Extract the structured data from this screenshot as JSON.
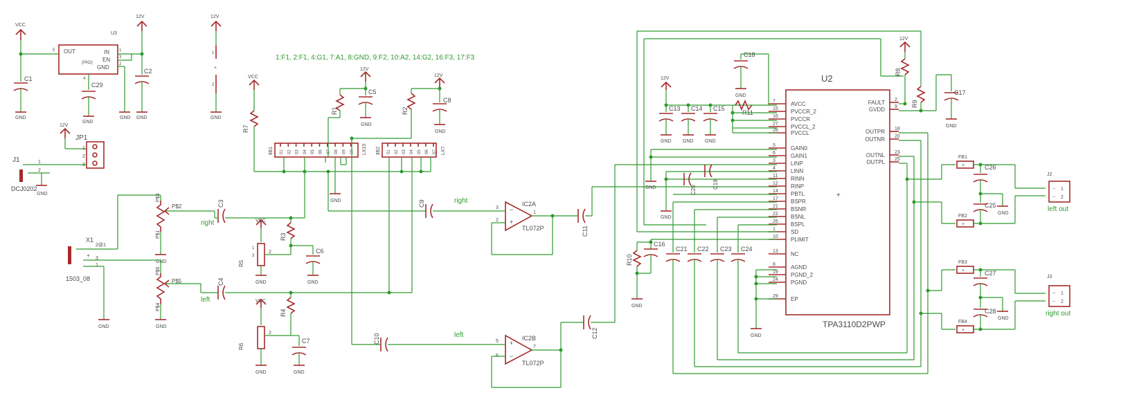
{
  "supply": {
    "vcc": "VCC",
    "v12": "12V",
    "gnd": "GND"
  },
  "regulator": {
    "ref": "U3",
    "pin_out": "OUT",
    "pin_in": "IN",
    "pin_en": "EN",
    "pin_gnd": "GND",
    "center": "(PAD)",
    "pins": [
      "5",
      "1",
      "3",
      "2",
      "4"
    ]
  },
  "cap_refs": [
    "C1",
    "C2",
    "C3",
    "C4",
    "C5",
    "C6",
    "C7",
    "C8",
    "C9",
    "C10",
    "C11",
    "C12",
    "C13",
    "C14",
    "C15",
    "C16",
    "C17",
    "C18",
    "C19",
    "C20",
    "C21",
    "C22",
    "C23",
    "C24",
    "C25",
    "C26",
    "C27",
    "C28",
    "C29"
  ],
  "resistor_refs": [
    "R1",
    "R2",
    "R3",
    "R4",
    "R5",
    "R7",
    "R8",
    "R9",
    "R10",
    "R11"
  ],
  "jp1": {
    "ref": "JP1",
    "pins": [
      "1",
      "2",
      "3"
    ]
  },
  "j1": {
    "ref": "J1",
    "part": "DCJ0202",
    "pins": [
      "1",
      "2"
    ]
  },
  "x1": {
    "ref": "X1",
    "part": "1503_08",
    "pin_top": "2@1",
    "pin3": "3",
    "pin1": "1"
  },
  "pot_labels": [
    "P$2",
    "P$3",
    "P$1",
    "P$6",
    "P$5",
    "P$4"
  ],
  "trim_labels": [
    "R5",
    "R6"
  ],
  "pinmap_note": "1:F1, 2:F1, 4:G1, 7:A1, 8:GND, 9:F2, 10:A2, 14:G2, 16:F3, 17:F3",
  "header1": {
    "ref": "LX10",
    "pins": [
      "01",
      "02",
      "03",
      "04",
      "05",
      "06",
      "07",
      "08",
      "09",
      "10"
    ]
  },
  "header2": {
    "ref": "LX7",
    "pins": [
      "01",
      "02",
      "03",
      "04",
      "05",
      "06",
      "07"
    ]
  },
  "opamps": {
    "a_ref": "IC2A",
    "b_ref": "IC2B",
    "part": "TL072P",
    "a_pins": [
      "3",
      "2",
      "1"
    ],
    "b_pins": [
      "5",
      "6",
      "7"
    ]
  },
  "net_labels": {
    "right": "right",
    "left": "left"
  },
  "amp": {
    "ref": "U2",
    "part": "TPA3110D2PWP",
    "left_pins": [
      {
        "name": "AVCC",
        "num": "7"
      },
      {
        "name": "PVCCR_2",
        "num": "15"
      },
      {
        "name": "PVCCR",
        "num": "16"
      },
      {
        "name": "PVCCL_2",
        "num": "27"
      },
      {
        "name": "PVCCL",
        "num": "28"
      },
      {
        "name": "GAIN0",
        "num": "5"
      },
      {
        "name": "GAIN1",
        "num": "6"
      },
      {
        "name": "LINP",
        "num": "3"
      },
      {
        "name": "LINN",
        "num": "4"
      },
      {
        "name": "RINN",
        "num": "11"
      },
      {
        "name": "RINP",
        "num": "12"
      },
      {
        "name": "PBTL",
        "num": "14"
      },
      {
        "name": "BSPR",
        "num": "17"
      },
      {
        "name": "BSNR",
        "num": "21"
      },
      {
        "name": "BSNL",
        "num": "22"
      },
      {
        "name": "BSPL",
        "num": "26"
      },
      {
        "name": "SD",
        "num": "1"
      },
      {
        "name": "PLIMIT",
        "num": "10"
      },
      {
        "name": "NC",
        "num": "13"
      },
      {
        "name": "AGND",
        "num": "8"
      },
      {
        "name": "PGND_2",
        "num": "19"
      },
      {
        "name": "PGND",
        "num": "24"
      },
      {
        "name": "EP",
        "num": "29"
      }
    ],
    "right_pins": [
      {
        "name": "FAULT",
        "num": "2"
      },
      {
        "name": "GVDD",
        "num": "9"
      },
      {
        "name": "OUTPR",
        "num": "18"
      },
      {
        "name": "OUTNR",
        "num": "20"
      },
      {
        "name": "OUTNL",
        "num": "23"
      },
      {
        "name": "OUTPL",
        "num": "25"
      }
    ]
  },
  "ferrites": [
    "FB1",
    "FB2",
    "FB3",
    "FB4"
  ],
  "outputs": [
    {
      "ref": "J2",
      "label": "left out",
      "pins": [
        "1",
        "2"
      ]
    },
    {
      "ref": "J3",
      "label": "right out",
      "pins": [
        "1",
        "2"
      ]
    }
  ]
}
